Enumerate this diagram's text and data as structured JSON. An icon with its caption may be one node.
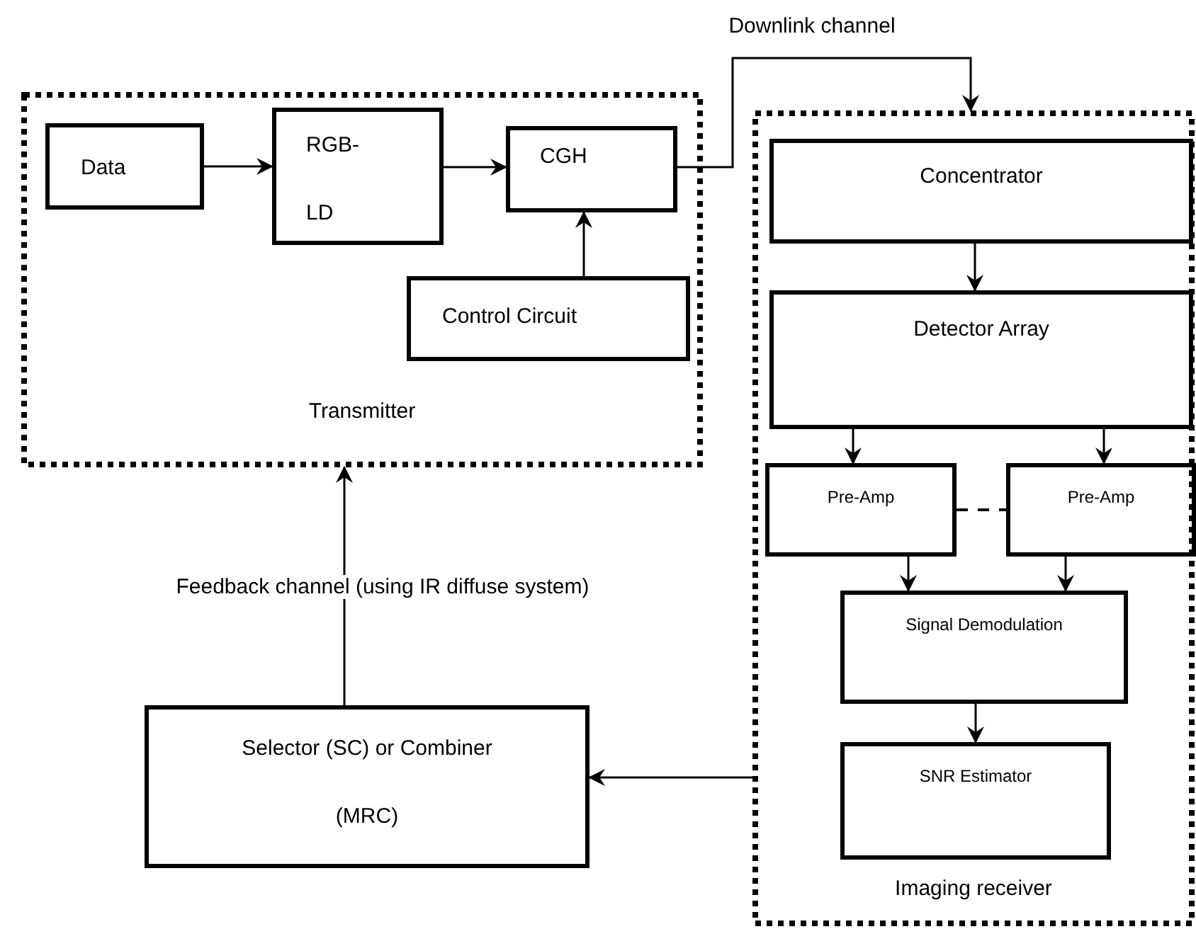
{
  "diagram": {
    "nodes": [
      {
        "text": [
          "Transmitter"
        ]
      },
      {
        "text": [
          "Data"
        ],
        "in": 0
      },
      {
        "text": [
          "RGB- LD"
        ],
        "in": 0
      },
      {
        "text": [
          "CGH"
        ],
        "in": 0
      },
      {
        "text": [
          "Control Circuit"
        ],
        "in": 0
      },
      {
        "text": [
          "Imaging receiver"
        ]
      },
      {
        "text": [
          "Concentrator"
        ],
        "in": 5
      },
      {
        "text": [
          "Detector Array"
        ],
        "in": 5
      },
      {
        "text": [
          "Pre-Amp"
        ],
        "in": 5
      },
      {
        "text": [
          "Pre-Amp"
        ],
        "in": 5
      },
      {
        "text": [
          "Signal Demodulation"
        ],
        "in": 5
      },
      {
        "text": [
          "SNR Estimator"
        ],
        "in": 5
      },
      {
        "text": [
          "Selector (SC) or Combiner (MRC)"
        ]
      }
    ],
    "edges": [
      {
        "from": 1,
        "to": 2,
        "arrow": "to"
      },
      {
        "from": 2,
        "to": 3,
        "arrow": "to"
      },
      {
        "from": 4,
        "to": 3,
        "arrow": "to"
      },
      {
        "from": 3,
        "to": 5,
        "arrow": "to",
        "label": "Downlink channel"
      },
      {
        "from": 6,
        "to": 7,
        "arrow": "to"
      },
      {
        "from": 7,
        "to": 8,
        "arrow": "to"
      },
      {
        "from": 7,
        "to": 9,
        "arrow": "to"
      },
      {
        "from": 8,
        "to": 10,
        "arrow": "to"
      },
      {
        "from": 9,
        "to": 10,
        "arrow": "to"
      },
      {
        "from": 10,
        "to": 11,
        "arrow": "to"
      },
      {
        "from": 5,
        "to": 12,
        "arrow": "to"
      },
      {
        "from": 12,
        "to": 0,
        "arrow": "to",
        "label": "Feedback channel (using IR diffuse system)"
      },
      {
        "from": 8,
        "to": 9,
        "arrow": "none",
        "style": "dashed"
      }
    ]
  }
}
